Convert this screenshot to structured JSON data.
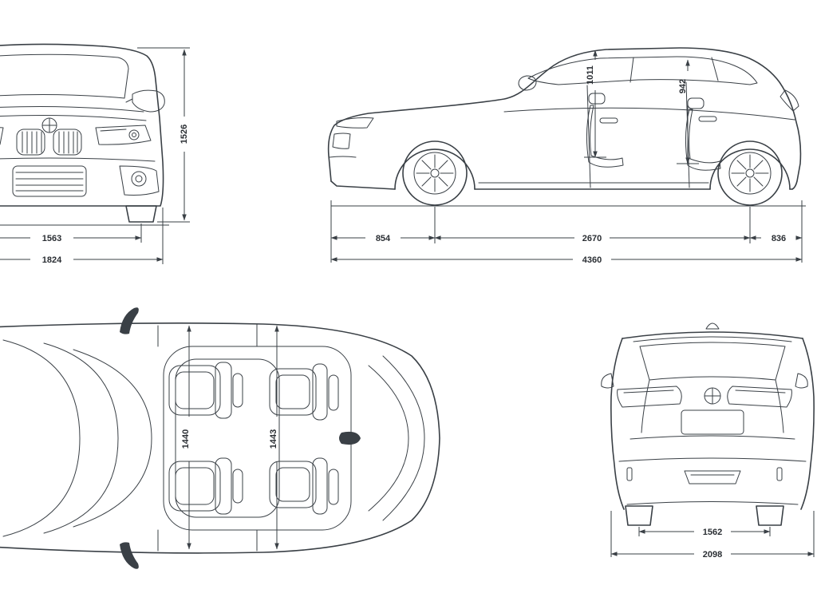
{
  "colors": {
    "line": "#3a4046",
    "text": "#2a2e33",
    "background": "#ffffff"
  },
  "dims": {
    "front": {
      "overall_height": "1526",
      "track_width": "1563",
      "body_width": "1824"
    },
    "side": {
      "front_headroom": "1011",
      "rear_headroom": "942",
      "front_overhang": "854",
      "wheelbase": "2670",
      "rear_overhang": "836",
      "overall_length": "4360"
    },
    "top": {
      "front_interior_width": "1440",
      "rear_interior_width": "1443"
    },
    "rear": {
      "rear_track": "1562",
      "overall_width": "2098"
    }
  }
}
